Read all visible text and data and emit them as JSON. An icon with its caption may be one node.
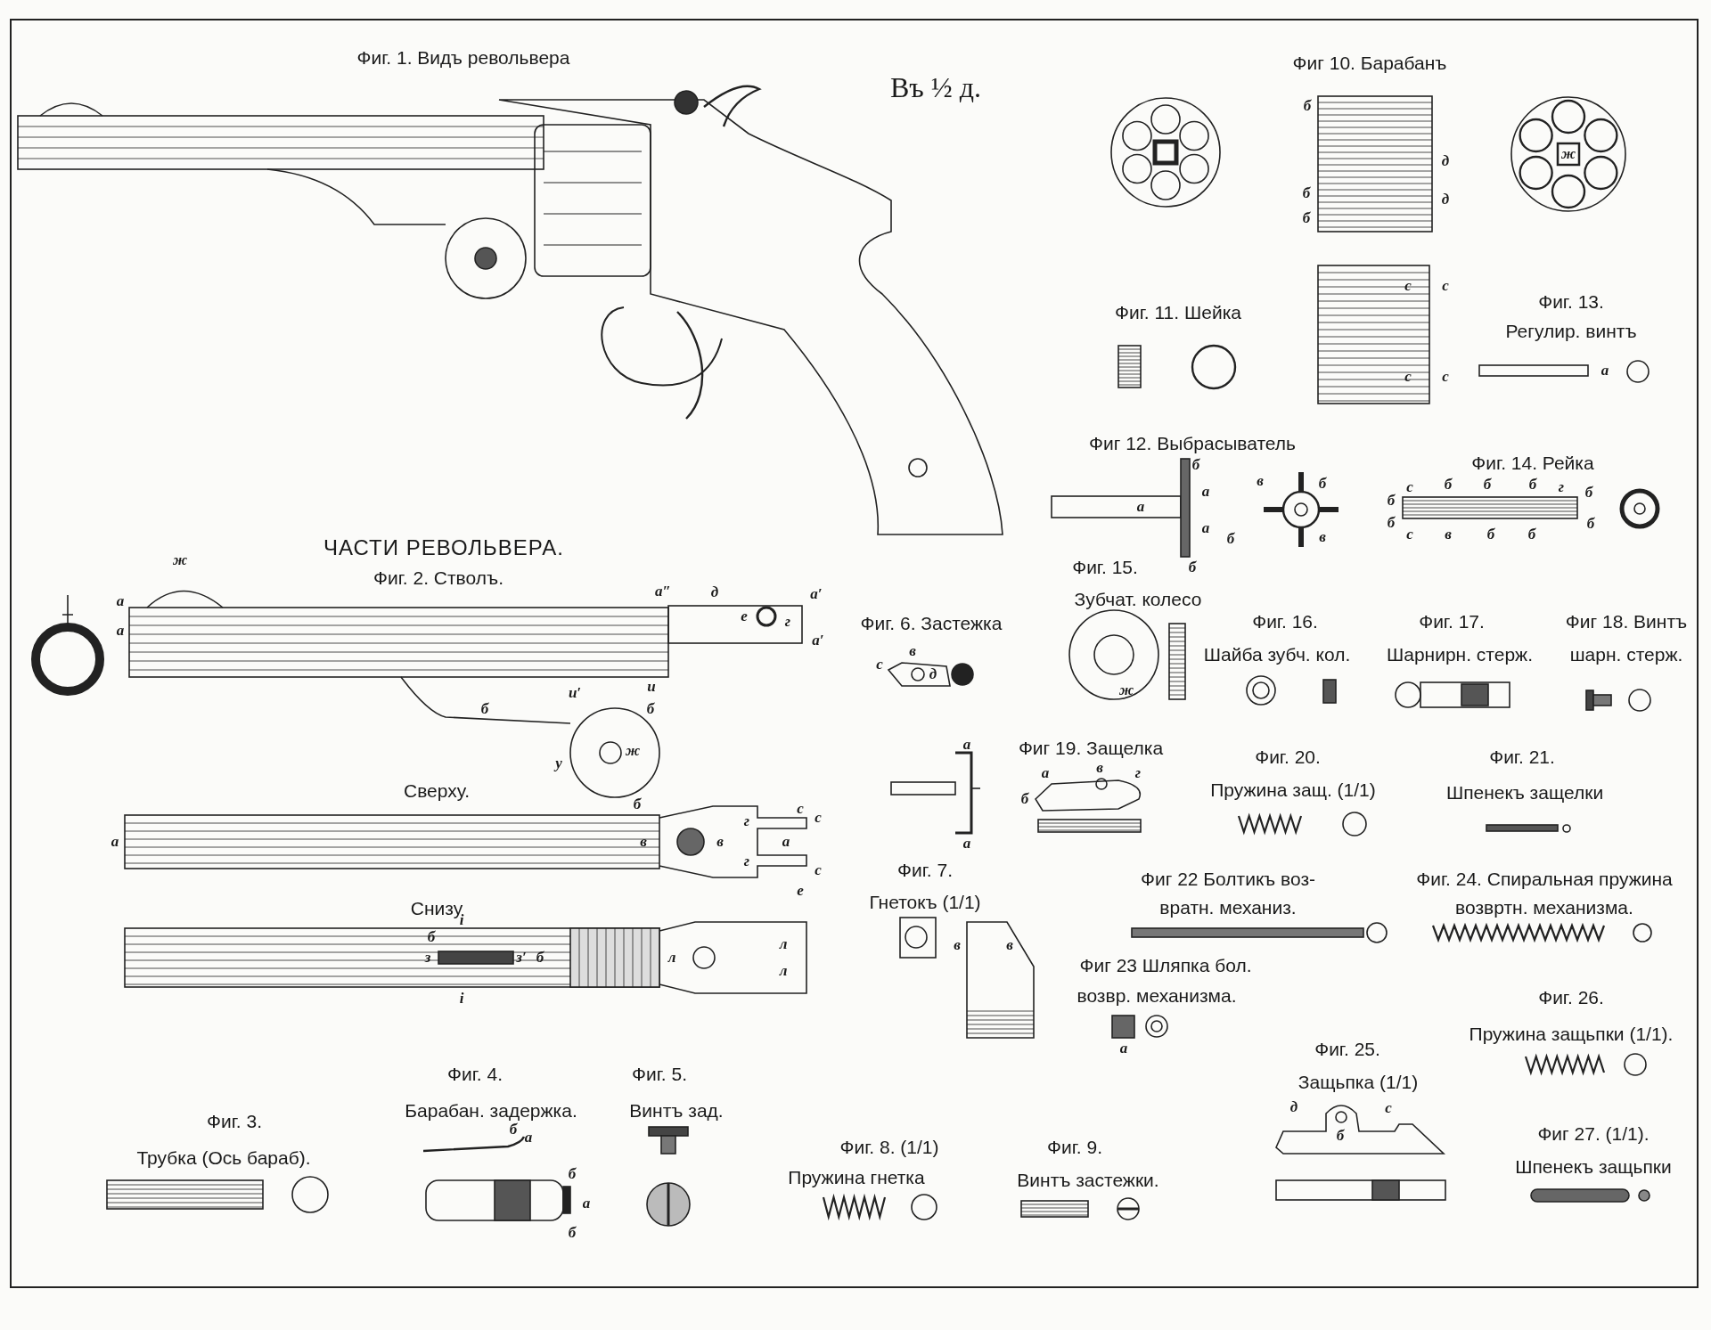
{
  "diagram": {
    "labels": [
      "Фиг. 1. Видъ револьвера",
      "Въ ½ д.",
      "Фиг 10. Барабанъ",
      "б",
      "д",
      "ж",
      "б",
      "б",
      "д",
      "с",
      "с",
      "Фиг. 11. Шейка",
      "Фиг. 13.",
      "Регулир. винтъ",
      "с",
      "с",
      "а",
      "Фиг 12. Выбрасыватель",
      "б",
      "Фиг. 14. Рейка",
      "в",
      "б",
      "с",
      "б",
      "б",
      "б",
      "г",
      "а",
      "а",
      "б",
      "б",
      "б",
      "б",
      "а",
      "б",
      "в",
      "с",
      "в",
      "б",
      "б",
      "ЧАСТИ РЕВОЛЬВЕРА.",
      "ж",
      "Фиг. 15.",
      "б",
      "Фиг. 2. Стволъ.",
      "а″",
      "д",
      "а′",
      "Зубчат. колесо",
      "а",
      "е",
      "г",
      "Фиг. 6. Застежка",
      "Фиг. 16.",
      "Фиг. 17.",
      "Фиг 18. Винтъ",
      "а",
      "а′",
      "в",
      "Шайба зубч. кол.",
      "Шарнирн. стерж.",
      "шарн. стерж.",
      "с",
      "д",
      "и",
      "ж",
      "и′",
      "б",
      "б",
      "у",
      "ж",
      "а",
      "Фиг 19. Защелка",
      "Фиг. 20.",
      "Фиг. 21.",
      "а",
      "в",
      "г",
      "Сверху.",
      "б",
      "б",
      "Пружина защ. (1/1)",
      "Шпенекъ защелки",
      "г",
      "с",
      "с",
      "а",
      "в",
      "в",
      "а",
      "а",
      "г",
      "с",
      "Фиг. 7.",
      "Фиг 22 Болтикъ воз-",
      "Фиг. 24. Спиральная пружина",
      "е",
      "Снизу",
      "Гнетокъ (1/1)",
      "i",
      "вратн. механиз.",
      "возвртн. механизма.",
      "б",
      "л",
      "в",
      "в",
      "з",
      "з′",
      "б",
      "л",
      "Фиг 23 Шляпка бол.",
      "л",
      "i",
      "возвр. механизма.",
      "Фиг. 26.",
      "Пружина защьпки (1/1).",
      "а",
      "Фиг. 25.",
      "Фиг. 4.",
      "Фиг. 5.",
      "Защьпка (1/1)",
      "д",
      "с",
      "Барабан. задержка.",
      "Винтъ зад.",
      "Фиг. 3.",
      "б",
      "а",
      "б",
      "Фиг 27. (1/1).",
      "Трубка (Ось бараб).",
      "Фиг. 8. (1/1)",
      "Фиг. 9.",
      "б",
      "Пружина гнетка",
      "Винтъ застежки.",
      "Шпенекъ защьпки",
      "а",
      "б"
    ]
  }
}
